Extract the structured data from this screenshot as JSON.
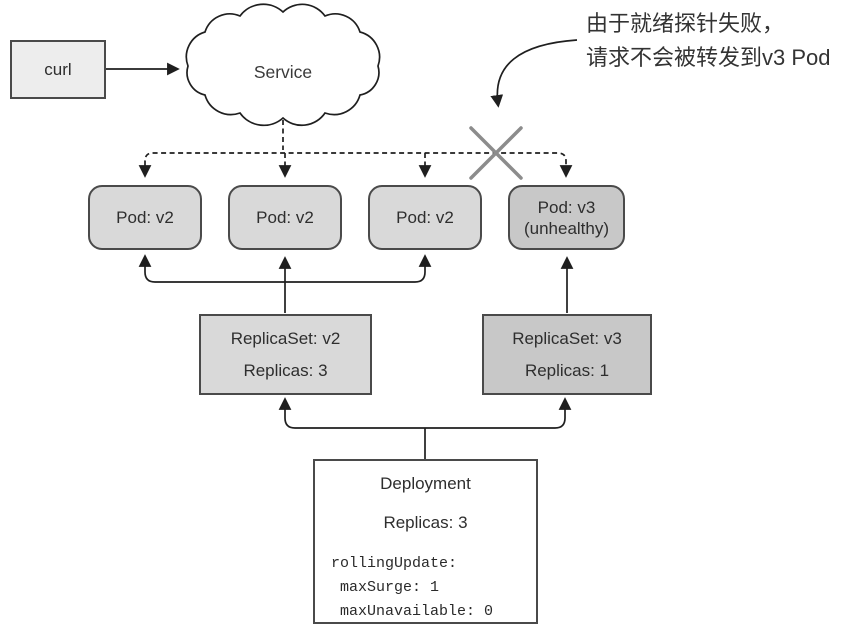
{
  "colors": {
    "v2_fill": "#d9d9d9",
    "v3_fill": "#c8c8c8",
    "curl_fill": "#ededed",
    "node_border": "#4a4a4a",
    "line": "#1f1f1f",
    "x_mark": "#8c8c8c",
    "text": "#2e2e2e"
  },
  "curl": {
    "label": "curl"
  },
  "service": {
    "label": "Service"
  },
  "annotation": {
    "line1": "由于就绪探针失败，",
    "line2": "请求不会被转发到v3 Pod"
  },
  "pods": [
    {
      "label": "Pod: v2",
      "sublabel": ""
    },
    {
      "label": "Pod: v2",
      "sublabel": ""
    },
    {
      "label": "Pod: v2",
      "sublabel": ""
    },
    {
      "label": "Pod: v3",
      "sublabel": "(unhealthy)"
    }
  ],
  "replicasets": [
    {
      "title": "ReplicaSet: v2",
      "replicas": "Replicas: 3"
    },
    {
      "title": "ReplicaSet: v3",
      "replicas": "Replicas: 1"
    }
  ],
  "deployment": {
    "title": "Deployment",
    "replicas": "Replicas: 3",
    "rolling_update": "rollingUpdate:",
    "max_surge": "maxSurge: 1",
    "max_unavailable": "maxUnavailable: 0"
  }
}
